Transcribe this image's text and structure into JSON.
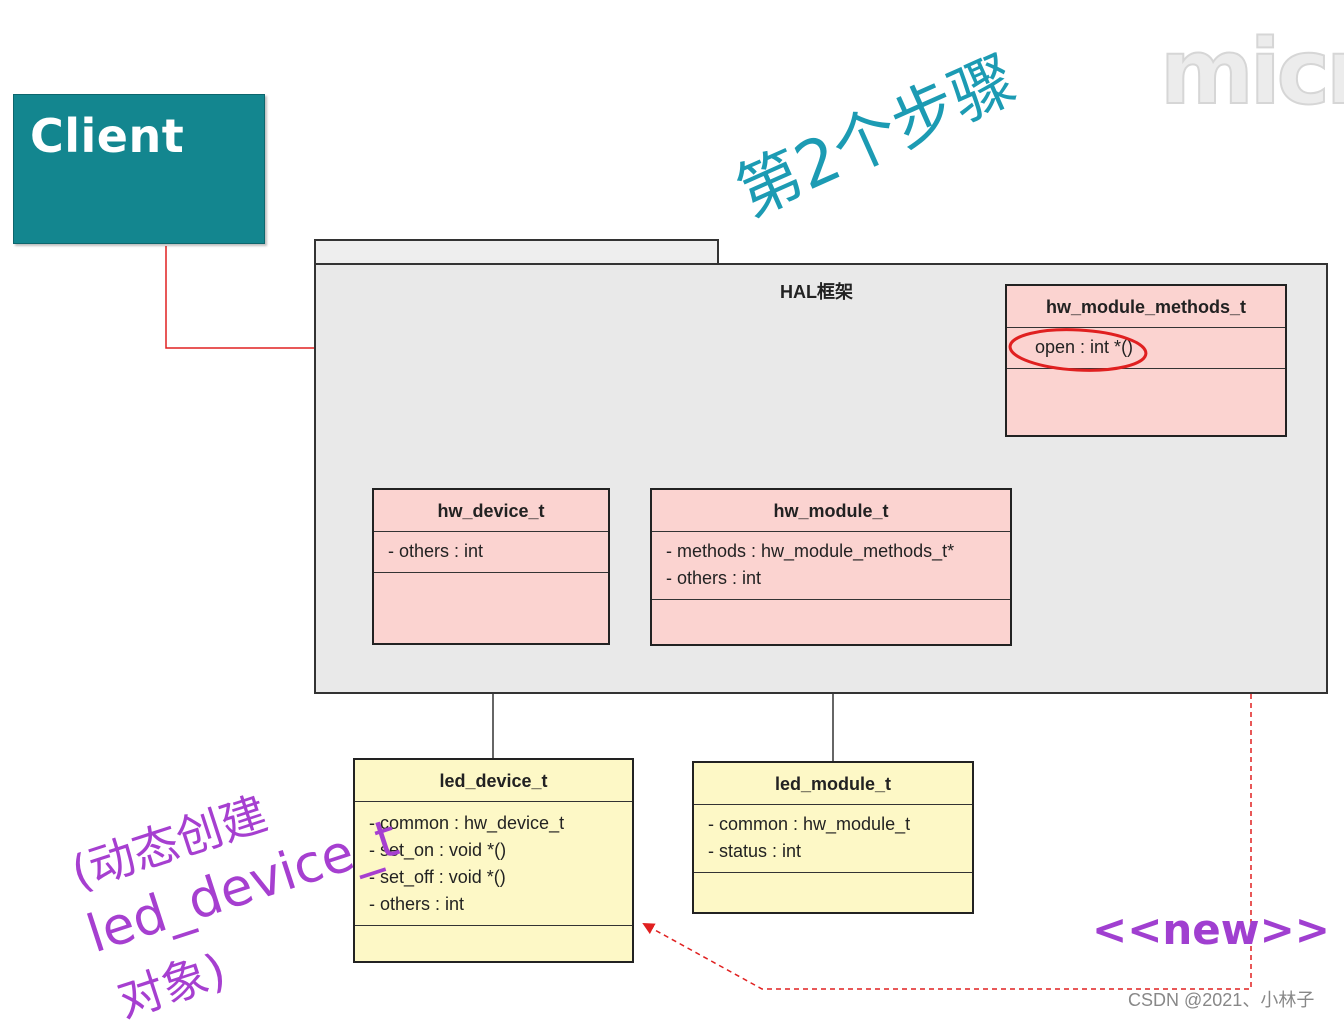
{
  "client": {
    "label": "Client"
  },
  "step_title": "第2个步骤",
  "logo_text": "micr",
  "package": {
    "title": "HAL框架"
  },
  "classes": {
    "hw_module_methods_t": {
      "name": "hw_module_methods_t",
      "attrs": [
        "open : int *()"
      ]
    },
    "hw_device_t": {
      "name": "hw_device_t",
      "attrs": [
        "- others : int"
      ]
    },
    "hw_module_t": {
      "name": "hw_module_t",
      "attrs": [
        "- methods : hw_module_methods_t*",
        "- others : int"
      ]
    },
    "led_device_t": {
      "name": "led_device_t",
      "attrs": [
        "- common :  hw_device_t",
        "- set_on : void *()",
        "- set_off : void *()",
        "- others : int"
      ]
    },
    "led_module_t": {
      "name": "led_module_t",
      "attrs": [
        "- common :  hw_module_t",
        "- status : int"
      ]
    }
  },
  "annotations": {
    "dynamic_line1": "(动态创建",
    "dynamic_line2": "led_device_t",
    "dynamic_line3": "对象)",
    "new_tag": "<<new>>"
  },
  "watermark": "CSDN @2021、小林子",
  "colors": {
    "client_fill": "#13868f",
    "class_pink": "#fbd3d0",
    "class_yellow": "#fdf8c6",
    "arrow_red": "#e02020",
    "annotation_purple": "#a63fd0",
    "title_teal": "#1c9bb3"
  }
}
